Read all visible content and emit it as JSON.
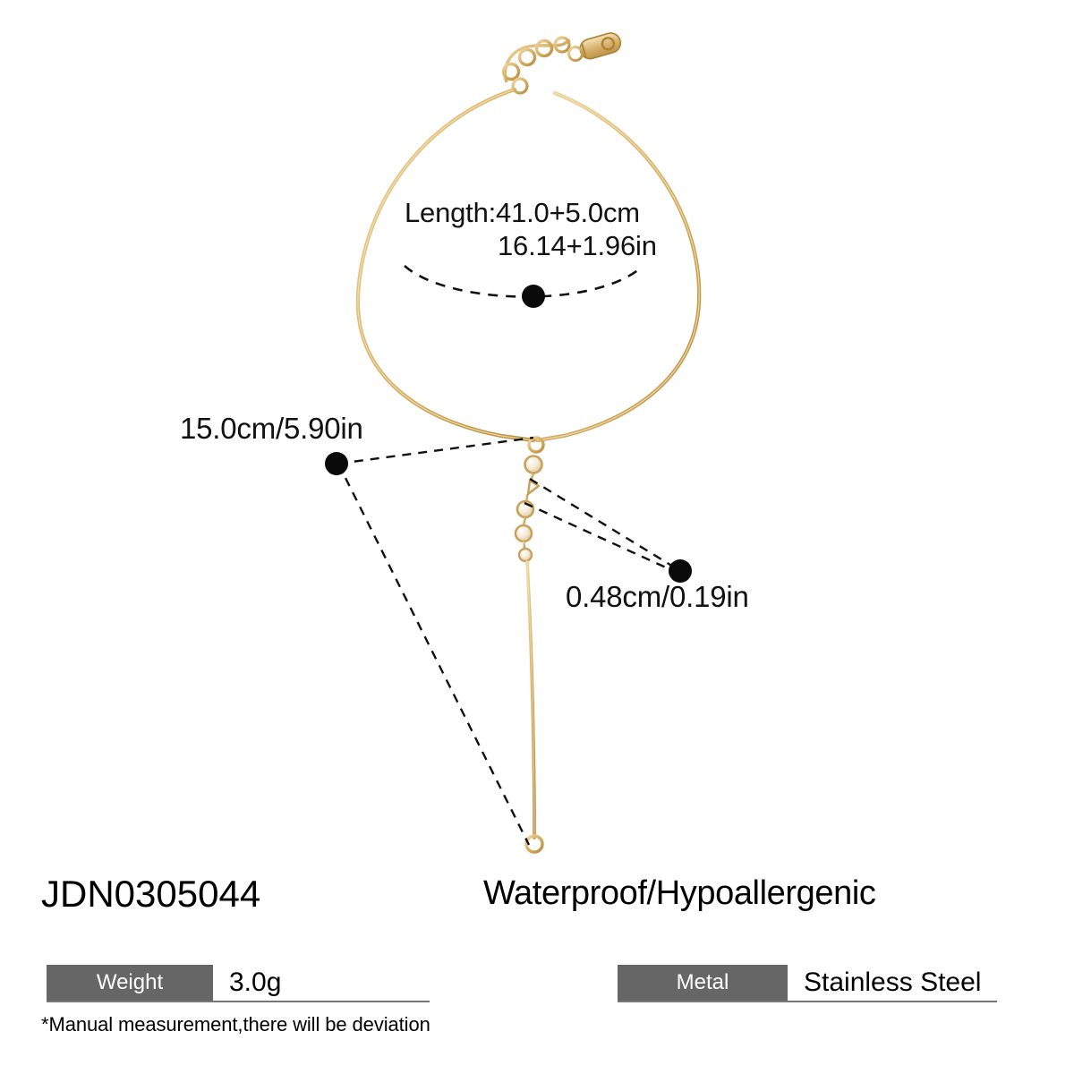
{
  "product": {
    "sku": "JDN0305044",
    "feature_text": "Waterproof/Hypoallergenic",
    "note": "*Manual measurement,there will be deviation"
  },
  "callouts": {
    "length_line1": "Length:41.0+5.0cm",
    "length_line2": "16.14+1.96in",
    "drop_length": "15.0cm/5.90in",
    "charm_size": "0.48cm/0.19in"
  },
  "specs": [
    {
      "label": "Weight",
      "value": "3.0g"
    },
    {
      "label": "Metal",
      "value": "Stainless Steel"
    }
  ],
  "colors": {
    "gold_light": "#e8c887",
    "gold_mid": "#d4ab5f",
    "gold_dark": "#b98e3f",
    "spec_label_bg": "#666666",
    "dash_line": "#111111"
  }
}
